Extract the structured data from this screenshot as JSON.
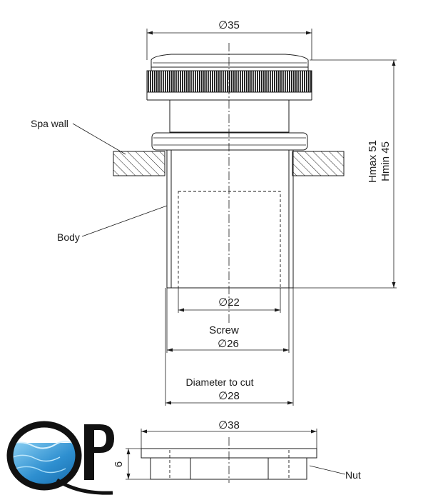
{
  "labels": {
    "spa_wall": "Spa wall",
    "body": "Body",
    "screw": "Screw",
    "diameter_to_cut": "Diameter to cut",
    "nut": "Nut"
  },
  "dimensions": {
    "d35": "∅35",
    "d22": "∅22",
    "d26": "∅26",
    "d28": "∅28",
    "d38": "∅38",
    "h6": "6",
    "hmax": "Hmax 51",
    "hmin": "Hmin 45"
  },
  "logo": {
    "text": "QP",
    "water_color": "#2e8fd0",
    "letter_color": "#111111"
  },
  "colors": {
    "line": "#1a1a1a"
  }
}
